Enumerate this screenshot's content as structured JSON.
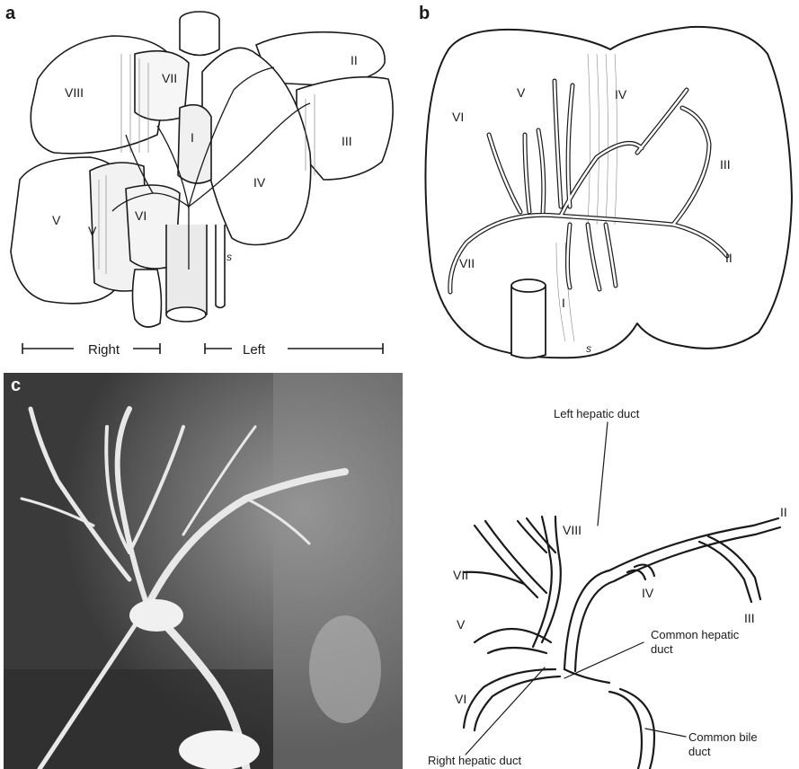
{
  "panels": {
    "a": {
      "letter": "a",
      "segments": [
        "II",
        "III",
        "IV",
        "I",
        "VII",
        "VIII",
        "V",
        "V",
        "VI"
      ],
      "right_label": "Right",
      "left_label": "Left",
      "signature": "s"
    },
    "b": {
      "letter": "b",
      "segments": [
        "V",
        "IV",
        "VI",
        "III",
        "II",
        "VII",
        "I"
      ],
      "signature": "s"
    },
    "c": {
      "letter": "c",
      "segments": [
        "VIII",
        "VII",
        "V",
        "VI",
        "IV",
        "II",
        "III"
      ],
      "labels": {
        "left_hepatic_duct": "Left hepatic duct",
        "common_hepatic_duct_1": "Common hepatic",
        "common_hepatic_duct_2": "duct",
        "right_hepatic_duct": "Right hepatic duct",
        "common_bile_duct_1": "Common bile",
        "common_bile_duct_2": "duct"
      }
    }
  },
  "colors": {
    "ink": "#1a1a1a",
    "xray_bg": "#3a3a3a",
    "xray_duct": "#e8e8e8"
  }
}
